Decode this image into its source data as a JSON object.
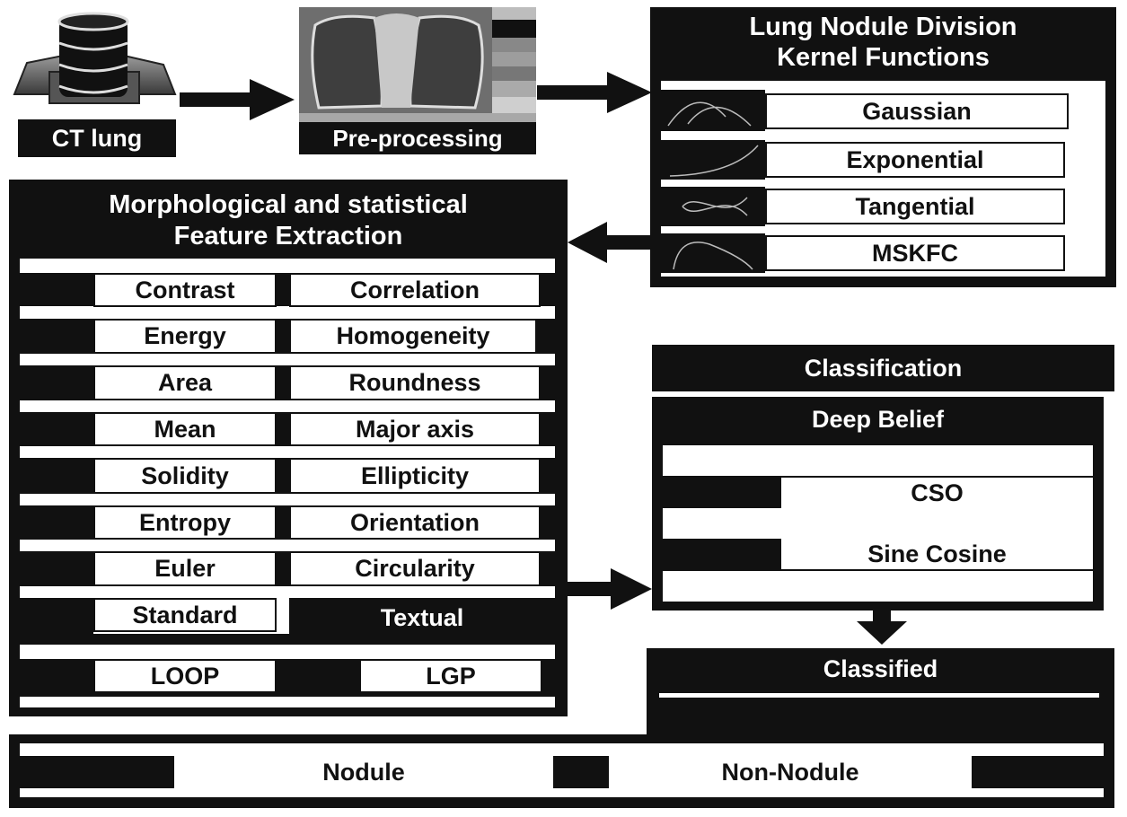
{
  "nodes": {
    "ct_lung": "CT lung",
    "pre_processing": "Pre-processing"
  },
  "kernel": {
    "title_line1": "Lung Nodule Division",
    "title_line2": "Kernel Functions",
    "items": [
      "Gaussian",
      "Exponential",
      "Tangential",
      "MSKFC"
    ]
  },
  "features": {
    "title_line1": "Morphological and statistical",
    "title_line2": "Feature Extraction",
    "left": [
      "Contrast",
      "Energy",
      "Area",
      "Mean",
      "Solidity",
      "Entropy",
      "Euler",
      "Standard"
    ],
    "right": [
      "Correlation",
      "Homogeneity",
      "Roundness",
      "Major axis",
      "Ellipticity",
      "Orientation",
      "Circularity"
    ],
    "textual_label": "Textual",
    "bottom": [
      "LOOP",
      "LGP"
    ]
  },
  "classification": {
    "title": "Classification",
    "model": "Deep Belief",
    "optimizers": [
      "CSO",
      "Sine Cosine"
    ]
  },
  "output": {
    "title": "Classified",
    "classes": [
      "Nodule",
      "Non-Nodule"
    ]
  },
  "colors": {
    "dark": "#111111",
    "light": "#ffffff"
  }
}
